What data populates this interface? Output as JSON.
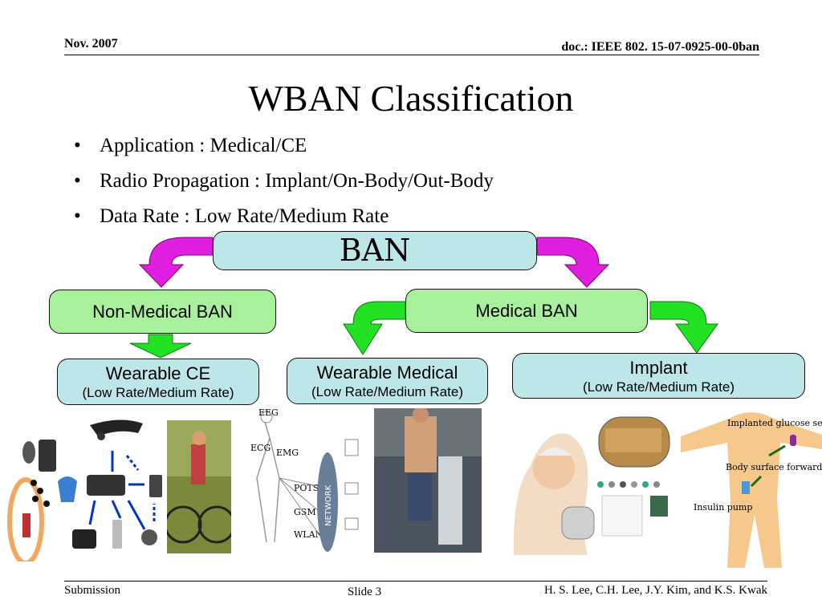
{
  "header": {
    "date": "Nov. 2007",
    "doc": "doc.: IEEE 802. 15-07-0925-00-0ban"
  },
  "title": "WBAN Classification",
  "bullets": [
    "Application : Medical/CE",
    "Radio Propagation : Implant/On-Body/Out-Body",
    "Data Rate : Low Rate/Medium Rate"
  ],
  "diagram": {
    "root": "BAN",
    "non_medical": "Non-Medical BAN",
    "medical": "Medical BAN",
    "wearable_ce": {
      "title": "Wearable CE",
      "rate": "(Low Rate/Medium Rate)"
    },
    "wearable_medical": {
      "title": "Wearable Medical",
      "rate": "(Low Rate/Medium Rate)"
    },
    "implant": {
      "title": "Implant",
      "rate": "(Low Rate/Medium Rate)"
    }
  },
  "images": {
    "ce_devices": "ce-devices-image",
    "cyclists": "cyclists-image",
    "network_diagram": {
      "labels": [
        "EEG",
        "ECG",
        "EMG",
        "POTS",
        "GSM",
        "WLAN"
      ],
      "network": "NETWORK"
    },
    "treadmill": "treadmill-image",
    "pacemaker_man": "pacemaker-image",
    "capsule": "capsule-image",
    "body_diagram": {
      "implanted_sensor": "Implanted glucose sensor",
      "forwarder": "Body surface forwarder",
      "pump": "Insulin pump"
    }
  },
  "colors": {
    "magenta_arrow": "#e01ee0",
    "green_arrow": "#22e022",
    "box_blue": "#bde6e8",
    "box_green": "#a9f09d"
  },
  "footer": {
    "left": "Submission",
    "slide": "Slide 3",
    "authors": "H. S. Lee, C.H. Lee, J.Y. Kim, and K.S. Kwak"
  }
}
